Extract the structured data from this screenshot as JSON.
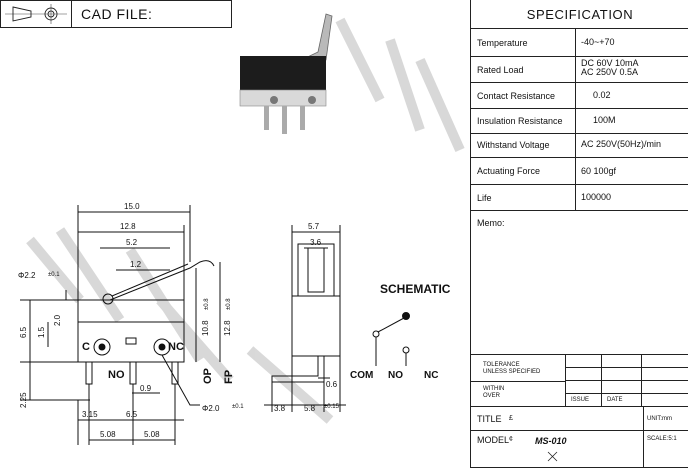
{
  "header": {
    "cad_label": "CAD FILE:"
  },
  "spec": {
    "title": "SPECIFICATION",
    "rows": [
      {
        "label": "Temperature",
        "value": "-40~+70"
      },
      {
        "label": "Rated Load",
        "value": "DC 60V 10mA",
        "value2": "AC 250V 0.5A"
      },
      {
        "label": "Contact Resistance",
        "value": "0.02"
      },
      {
        "label": "Insulation Resistance",
        "value": "100M"
      },
      {
        "label": "Withstand Voltage",
        "value": "AC 250V(50Hz)/min"
      },
      {
        "label": "Actuating Force",
        "value": "60    100gf"
      },
      {
        "label": "Life",
        "value": "100000"
      }
    ],
    "memo_label": "Memo:"
  },
  "title_block": {
    "tolerance_line1": "TOLERANCE",
    "tolerance_line2": "UNLESS SPECIFIED",
    "within_line1": "WITHIN",
    "within_line2": "OVER",
    "issue_label": "ISSUE",
    "date_label": "DATE",
    "title_label": "TITLE",
    "title_mark": "£",
    "unit_label": "UNIT:mm",
    "model_label": "MODEL",
    "model_mark": "¢",
    "model_value": "MS-010",
    "scale_label": "SCALE:5:1"
  },
  "drawing": {
    "dims": {
      "d15": "15.0",
      "d128": "12.8",
      "d52": "5.2",
      "d12": "1.2",
      "d22": "Φ2.2",
      "tol01": "±0.1",
      "d20": "2.0",
      "d65": "6.5",
      "d15v": "1.5",
      "d108": "10.8",
      "tol08": "±0.8",
      "d128v": "12.8",
      "d225": "2.25",
      "d09": "0.9",
      "d315": "3.15",
      "d65h": "6.5",
      "d508a": "5.08",
      "d508b": "5.08",
      "phi20": "Φ2.0",
      "tol01b": "±0.1",
      "d57": "5.7",
      "d36": "3.6",
      "d06": "0.6",
      "d38": "3.8",
      "d58": "5.8",
      "tol015": "±0.15"
    },
    "terminals": {
      "c": "C",
      "nc": "NC",
      "no": "NO"
    },
    "vertical_labels": {
      "op": "OP",
      "fp": "FP"
    },
    "schematic": {
      "title": "SCHEMATIC",
      "com": "COM",
      "no": "NO",
      "nc": "NC"
    }
  }
}
